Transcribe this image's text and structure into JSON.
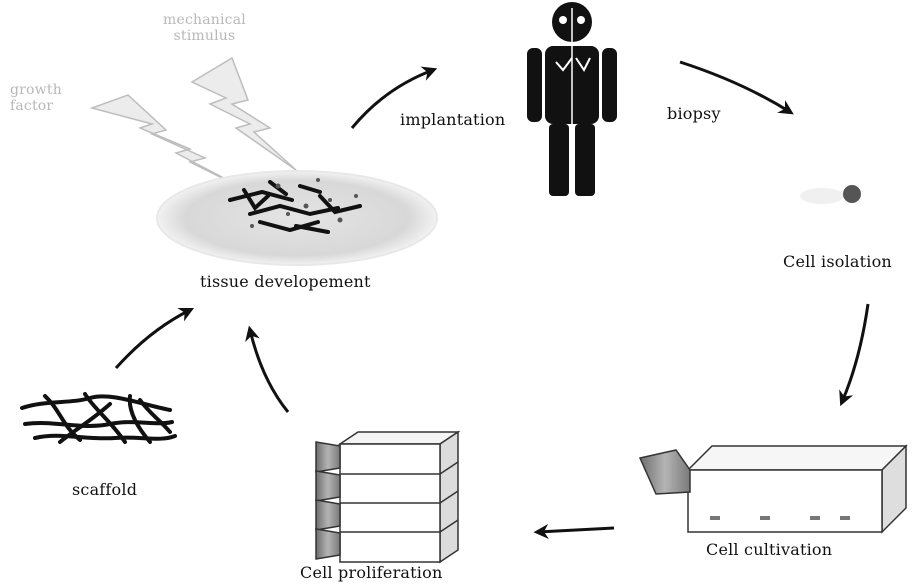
{
  "labels": {
    "mechanical_stimulus": [
      "mechanical",
      "stimulus"
    ],
    "growth_factor": [
      "growth",
      "factor"
    ],
    "implantation": "implantation",
    "biopsy": "biopsy",
    "cell_isolation": "Cell isolation",
    "tissue_development": "tissue developement",
    "scaffold": "scaffold",
    "cell_cultivation": "Cell cultivation",
    "cell_proliferation": "Cell proliferation"
  },
  "colors": {
    "ink": "#111111",
    "faint_text": "#b8b8b8",
    "dish": "#d4d4d4",
    "bolt": "#e6e6e6",
    "flask_cap": "#9a9a9a"
  }
}
